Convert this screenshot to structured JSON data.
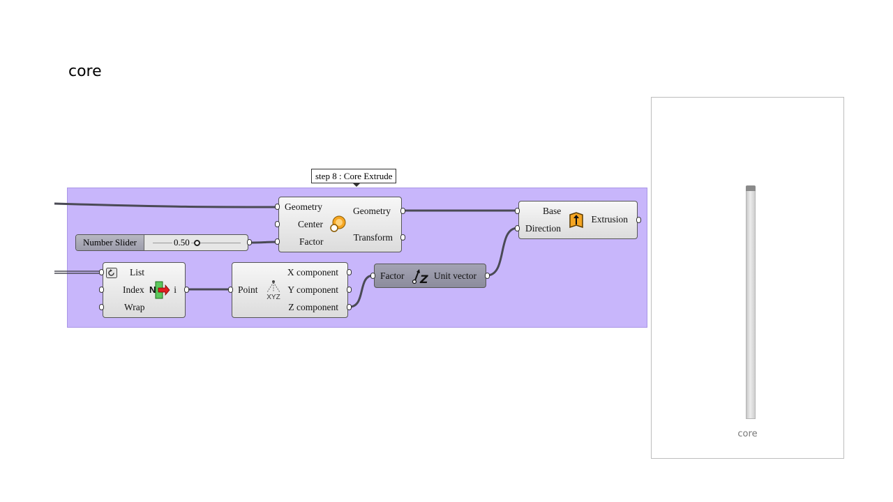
{
  "slide": {
    "title": "core"
  },
  "group": {
    "label": "step 8 : Core Extrude"
  },
  "scale": {
    "inputs": [
      "Geometry",
      "Center",
      "Factor"
    ],
    "outputs": [
      "Geometry",
      "Transform"
    ],
    "icon": "scale-icon"
  },
  "extrude": {
    "inputs": [
      "Base",
      "Direction"
    ],
    "output": "Extrusion",
    "icon": "extrude-icon"
  },
  "slider": {
    "name": "Number Slider",
    "value": "0.50"
  },
  "list_item": {
    "inputs": [
      "List",
      "Index",
      "Wrap"
    ],
    "output": "i",
    "icon": "list-item-icon"
  },
  "deconstruct": {
    "input": "Point",
    "outputs": [
      "X component",
      "Y component",
      "Z component"
    ],
    "icon": "xyz-icon",
    "icon_text": "XYZ"
  },
  "unit_z": {
    "input": "Factor",
    "output": "Unit vector",
    "icon": "unit-z-icon",
    "icon_text": "Z"
  },
  "preview": {
    "caption": "core"
  },
  "colors": {
    "group": "#c8b6fb",
    "wire": "#4a4a55",
    "accent": "#f5a623"
  }
}
